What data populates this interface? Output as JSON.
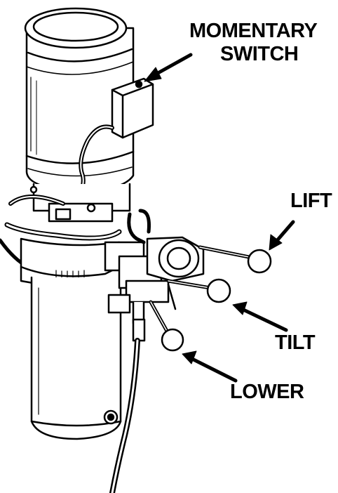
{
  "labels": {
    "momentary_switch": [
      "MOMENTARY",
      "SWITCH"
    ],
    "lift": "LIFT",
    "tilt": "TILT",
    "lower": "LOWER"
  },
  "colors": {
    "ink": "#000000",
    "paper": "#ffffff"
  }
}
